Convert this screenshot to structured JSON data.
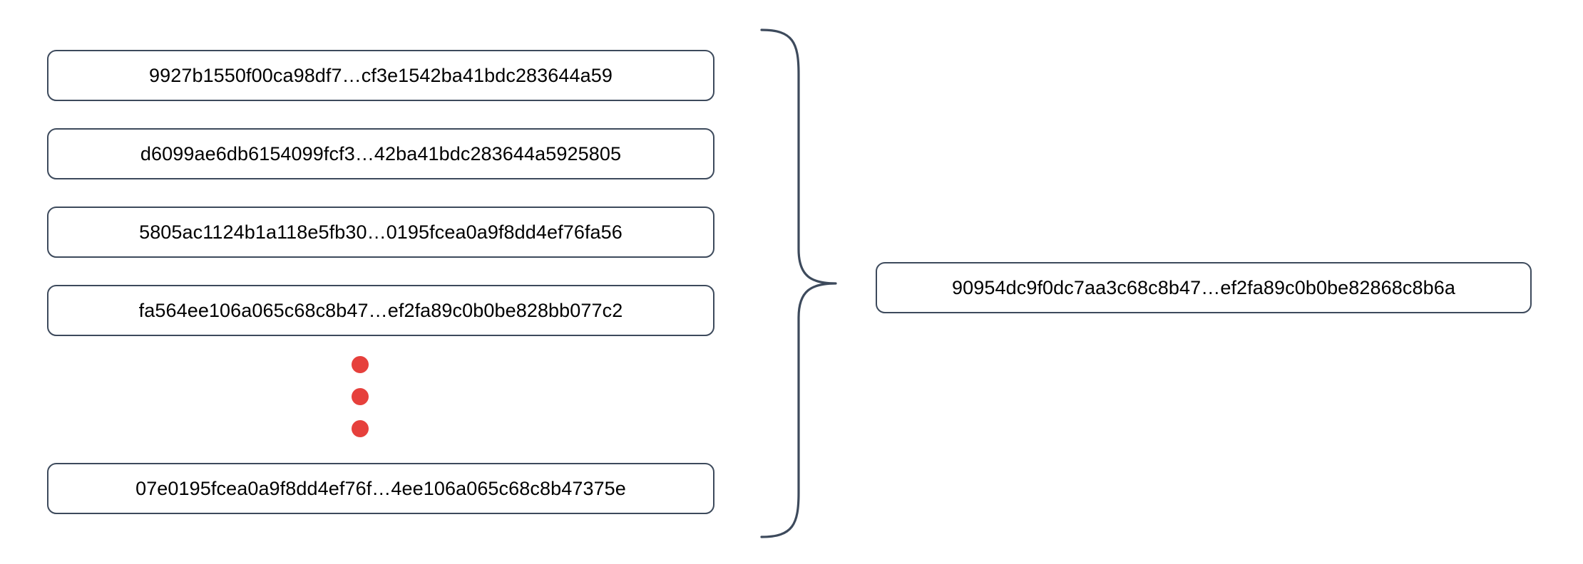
{
  "diagram": {
    "type": "many-to-one-aggregation",
    "colors": {
      "box_border": "#3d4a5c",
      "box_fill": "#ffffff",
      "text": "#000000",
      "ellipsis_dot": "#e6403c",
      "brace_stroke": "#3d4a5c",
      "background": "#ffffff"
    },
    "inputs": [
      {
        "label": "9927b1550f00ca98df7…cf3e1542ba41bdc283644a59"
      },
      {
        "label": "d6099ae6db6154099fcf3…42ba41bdc283644a5925805"
      },
      {
        "label": "5805ac1124b1a118e5fb30…0195fcea0a9f8dd4ef76fa56"
      },
      {
        "label": "fa564ee106a065c68c8b47…ef2fa89c0b0be828bb077c2"
      },
      {
        "label": "07e0195fcea0a9f8dd4ef76f…4ee106a065c68c8b47375e"
      }
    ],
    "ellipsis": {
      "name": "vertical-ellipsis",
      "dot_count": 3
    },
    "brace": {
      "name": "right-curly-brace",
      "orientation": "right",
      "glyph": "}"
    },
    "output": {
      "label": "90954dc9f0dc7aa3c68c8b47…ef2fa89c0b0be82868c8b6a"
    }
  }
}
